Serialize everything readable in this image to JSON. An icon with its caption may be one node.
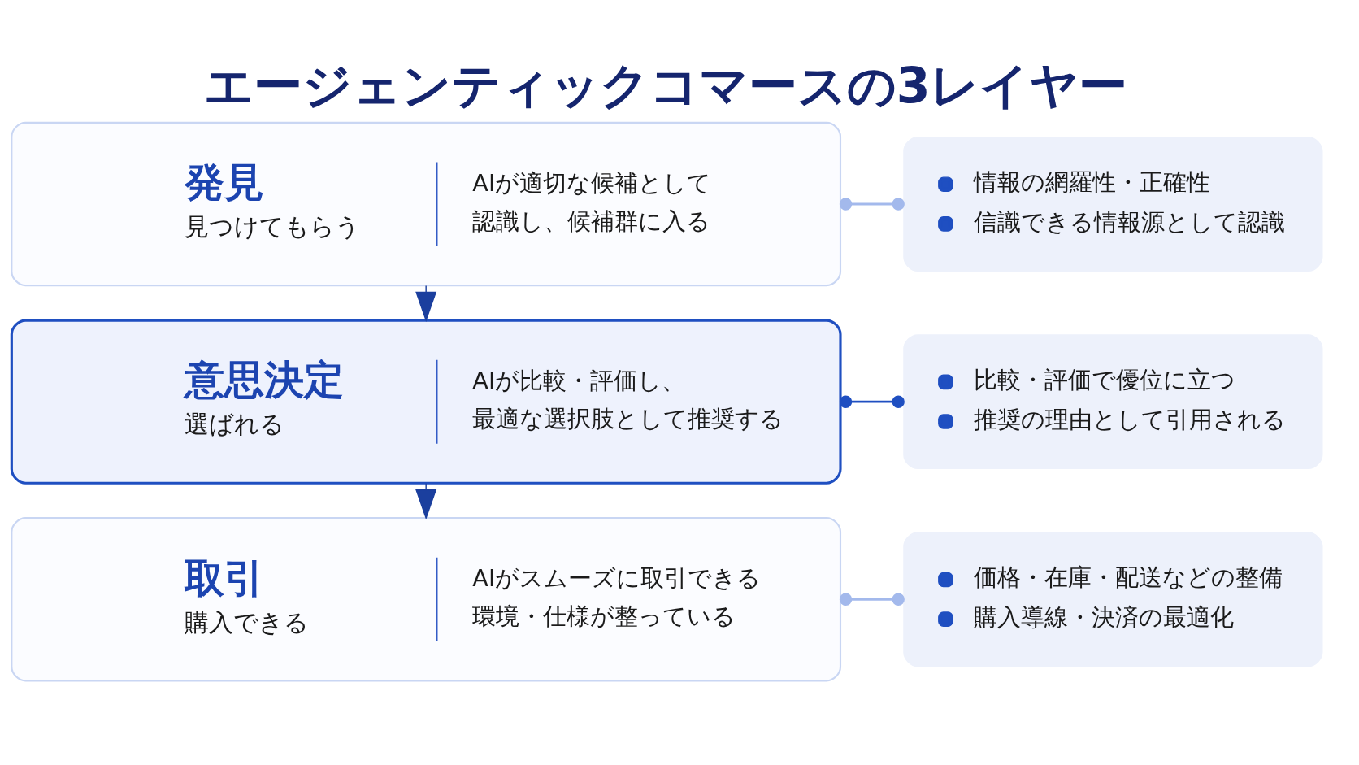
{
  "diagram": {
    "title": "エージェンティックコマースの3レイヤー",
    "nodes": [
      {
        "text": [
          "発見",
          "見つけてもらう",
          "AIが適切な候補として認識し、候補群に入る"
        ]
      },
      {
        "text": [
          "情報の網羅性・正確性",
          "信識できる情報源として認識"
        ]
      },
      {
        "text": [
          "意思決定",
          "選ばれる",
          "AIが比較・評価し、最適な選択肢として推奨する"
        ]
      },
      {
        "text": [
          "比較・評価で優位に立つ",
          "推奨の理由として引用される"
        ]
      },
      {
        "text": [
          "取引",
          "購入できる",
          "AIがスムーズに取引できる環境・仕様が整っている"
        ]
      },
      {
        "text": [
          "価格・在庫・配送などの整備",
          "購入導線・決済の最適化"
        ]
      }
    ],
    "edges": [
      {
        "from": 0,
        "to": 1,
        "arrow": "other"
      },
      {
        "from": 0,
        "to": 2,
        "arrow": "to",
        "color": "#1b3f9e"
      },
      {
        "from": 2,
        "to": 3,
        "arrow": "other",
        "color": "#1f4fc1"
      },
      {
        "from": 2,
        "to": 4,
        "arrow": "to",
        "color": "#1b3f9e"
      },
      {
        "from": 4,
        "to": 5,
        "arrow": "other"
      }
    ]
  }
}
